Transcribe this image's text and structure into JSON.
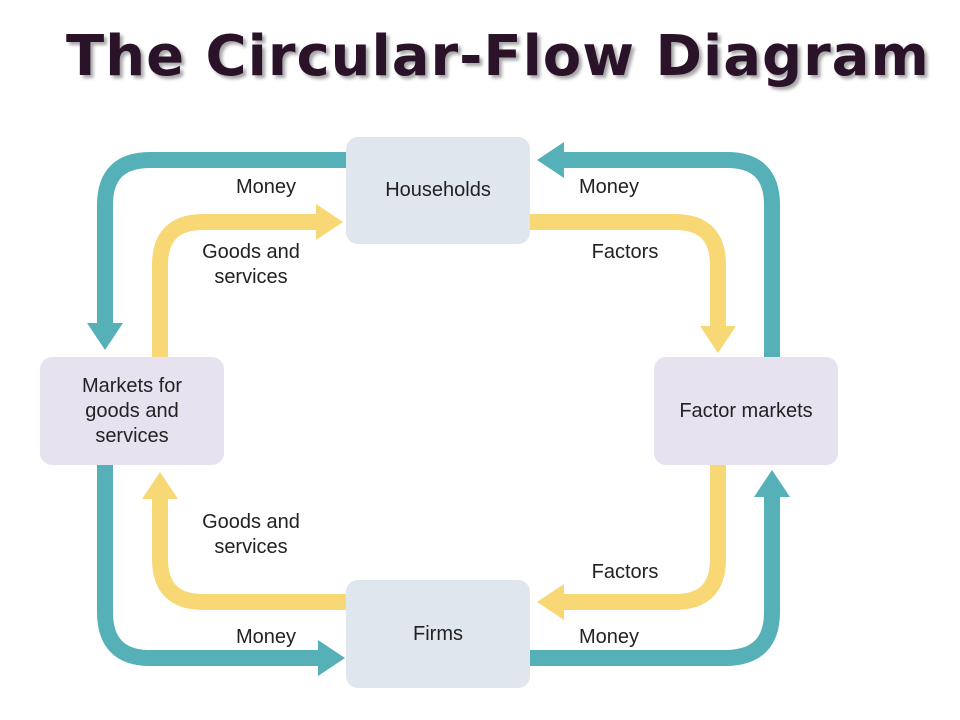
{
  "title": "The Circular-Flow Diagram",
  "colors": {
    "money_flow": "#55b0b8",
    "goods_flow": "#f8d775",
    "sector_box": "#dfe6ed",
    "market_box": "#e6e2f0",
    "title_text": "#2a1228"
  },
  "nodes": {
    "households": "Households",
    "firms": "Firms",
    "goods_markets": "Markets for goods and services",
    "factor_markets": "Factor markets"
  },
  "flows": {
    "money_top_left": "Money",
    "money_top_right": "Money",
    "money_bottom_left": "Money",
    "money_bottom_right": "Money",
    "goods_top": "Goods and services",
    "goods_bottom": "Goods and services",
    "factors_top": "Factors",
    "factors_bottom": "Factors"
  }
}
